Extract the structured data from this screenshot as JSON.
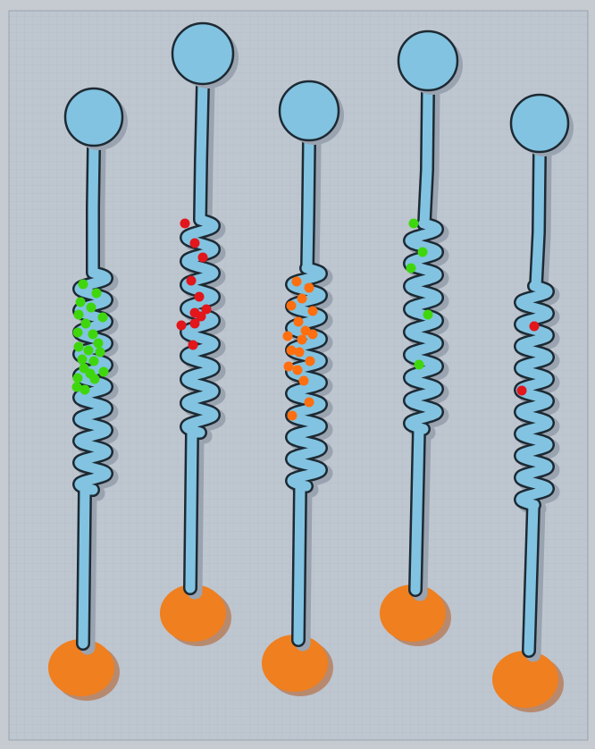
{
  "colors": {
    "frame": "#c6cbd1",
    "plate": "#bec6d0",
    "grid": "#b3bcc8",
    "channel": "#82c3e1",
    "channel_shadow": "#9aa3b0",
    "outline": "#1d2a33",
    "outlet": "#ef7f1f",
    "outlet_shadow": "#b78a6f",
    "dot_green": "#3fd60e",
    "dot_red": "#e2161b",
    "dot_orange": "#ff6f10"
  },
  "devices": [
    {
      "name": "channel-1",
      "dot_color": "dot_green",
      "dot_count": 22
    },
    {
      "name": "channel-2",
      "dot_color": "dot_red",
      "dot_count": 11
    },
    {
      "name": "channel-3",
      "dot_color": "dot_orange",
      "dot_count": 18
    },
    {
      "name": "channel-4",
      "dot_color": "dot_green",
      "dot_count": 5
    },
    {
      "name": "channel-5",
      "dot_color": "dot_red",
      "dot_count": 2
    }
  ]
}
